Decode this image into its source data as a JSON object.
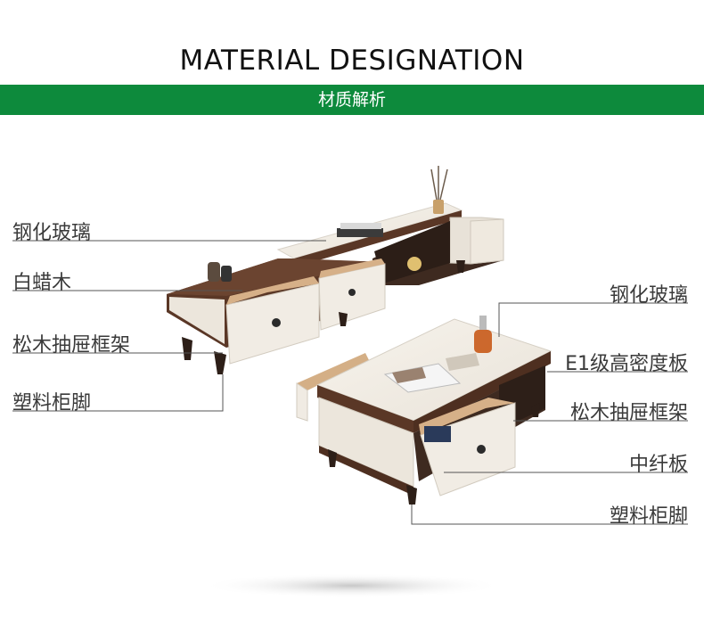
{
  "header": {
    "title": "MATERIAL DESIGNATION",
    "subtitle": "材质解析"
  },
  "left_labels": [
    "钢化玻璃",
    "白蜡木",
    "松木抽屉框架",
    "塑料柜脚"
  ],
  "right_labels": [
    "钢化玻璃",
    "E1级高密度板",
    "松木抽屉框架",
    "中纤板",
    "塑料柜脚"
  ],
  "colors": {
    "band": "#0d8a3c",
    "wood": "#5a3726",
    "cream": "#efe9df",
    "glass": "#f3efe8"
  }
}
